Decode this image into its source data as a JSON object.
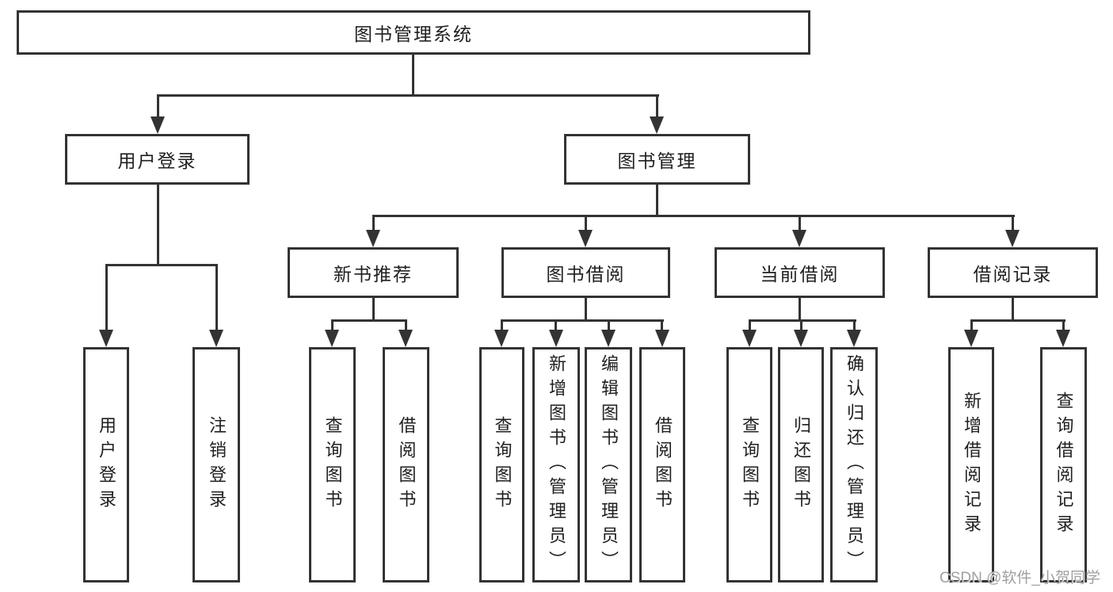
{
  "diagram": {
    "root": {
      "label": "图书管理系统"
    },
    "level2": {
      "user_login": {
        "label": "用户登录"
      },
      "book_mgmt": {
        "label": "图书管理"
      }
    },
    "level3": {
      "new_book_rec": {
        "label": "新书推荐"
      },
      "book_borrow": {
        "label": "图书借阅"
      },
      "current_borrow": {
        "label": "当前借阅"
      },
      "borrow_record": {
        "label": "借阅记录"
      }
    },
    "leaves": {
      "user_login": {
        "label": "用户登录"
      },
      "logout": {
        "label": "注销登录"
      },
      "nb_query_book": {
        "label": "查询图书"
      },
      "nb_borrow_book": {
        "label": "借阅图书"
      },
      "bb_query_book": {
        "label": "查询图书"
      },
      "bb_add_book": {
        "label": "新增图书（管理员）"
      },
      "bb_edit_book": {
        "label": "编辑图书（管理员）"
      },
      "bb_borrow_book": {
        "label": "借阅图书"
      },
      "cb_query_book": {
        "label": "查询图书"
      },
      "cb_return_book": {
        "label": "归还图书"
      },
      "cb_confirm_return": {
        "label": "确认归还（管理员）"
      },
      "br_add_record": {
        "label": "新增借阅记录"
      },
      "br_query_record": {
        "label": "查询借阅记录"
      }
    }
  },
  "watermark": {
    "text": "CSDN @软件_小贺同学"
  },
  "colors": {
    "line": "#333333",
    "text": "#1f1f1f",
    "background": "#ffffff",
    "watermark": "#a0a0a0"
  }
}
